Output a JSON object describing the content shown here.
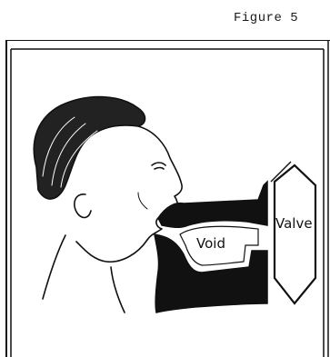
{
  "figure_label": "Figure 5",
  "diagram": {
    "void_label": "Void",
    "valve_label": "Valve"
  }
}
